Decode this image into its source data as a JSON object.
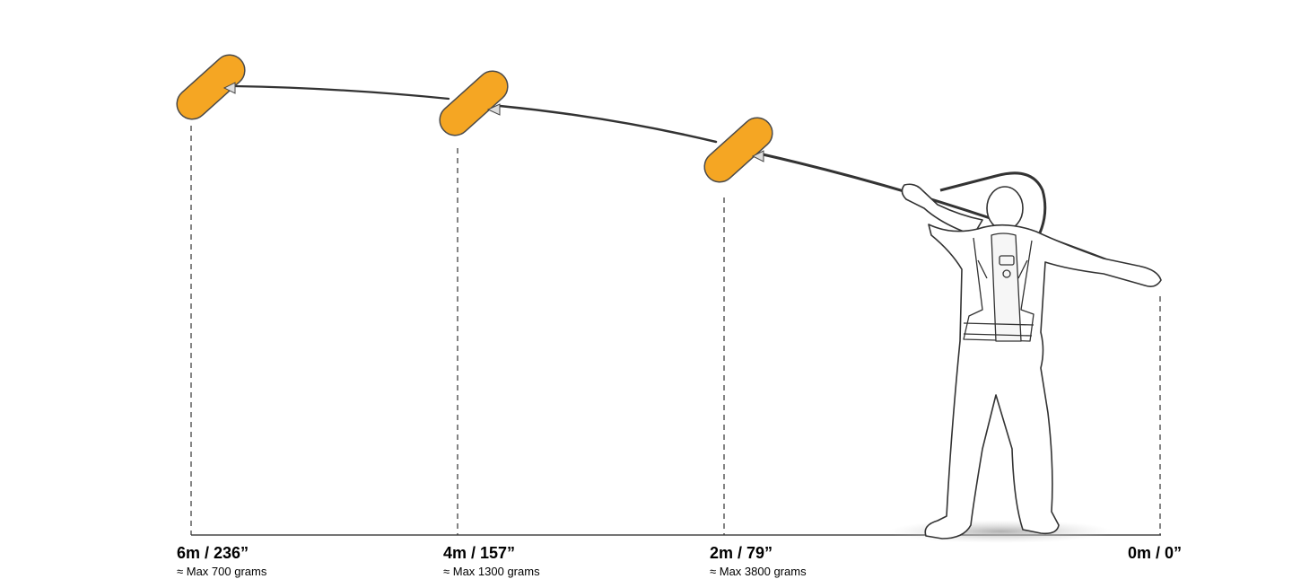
{
  "colors": {
    "mic": "#F5A623",
    "mic_outline": "#4a4a4a",
    "line": "#222222",
    "dashed": "#333333",
    "shadow": "#bdbdbd"
  },
  "markers": [
    {
      "distance": "6m / 236”",
      "load": "≈ Max 700 grams"
    },
    {
      "distance": "4m / 157”",
      "load": "≈ Max 1300 grams"
    },
    {
      "distance": "2m / 79”",
      "load": "≈ Max 3800 grams"
    },
    {
      "distance": "0m / 0”",
      "load": ""
    }
  ],
  "icons": {
    "microphone": "boom-microphone-icon",
    "operator": "boom-operator-figure",
    "vest": "support-vest-icon"
  }
}
